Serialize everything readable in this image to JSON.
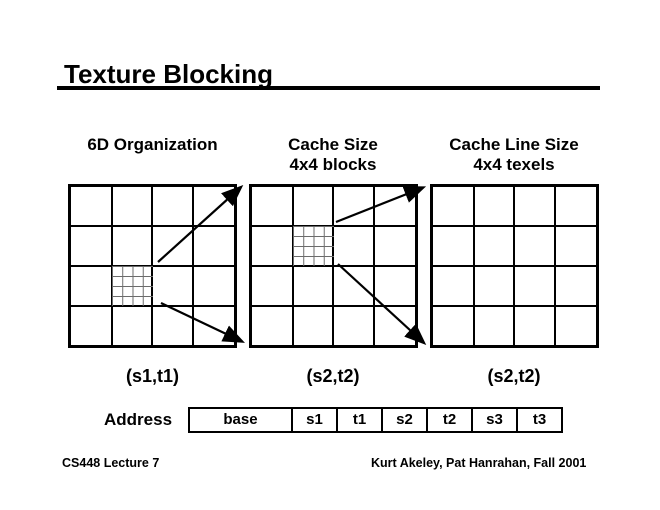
{
  "slide": {
    "title": "Texture Blocking",
    "footer_left": "CS448 Lecture 7",
    "footer_right": "Kurt Akeley, Pat Hanrahan, Fall 2001"
  },
  "diagrams": [
    {
      "heading_line1": "6D Organization",
      "heading_line2": "",
      "coord_label": "(s1,t1)",
      "grid": "4x4 cells with highlighted 4x4 block"
    },
    {
      "heading_line1": "Cache Size",
      "heading_line2": "4x4 blocks",
      "coord_label": "(s2,t2)",
      "grid": "4x4 blocks with highlighted 4x4 block"
    },
    {
      "heading_line1": "Cache Line Size",
      "heading_line2": "4x4 texels",
      "coord_label": "(s2,t2)",
      "grid": "4x4 texels"
    }
  ],
  "address": {
    "label": "Address",
    "cells": [
      "base",
      "s1",
      "t1",
      "s2",
      "t2",
      "s3",
      "t3"
    ]
  },
  "colors": {
    "ink": "#000000",
    "background": "#ffffff",
    "fine_grid_line": "#6b6b6b"
  }
}
